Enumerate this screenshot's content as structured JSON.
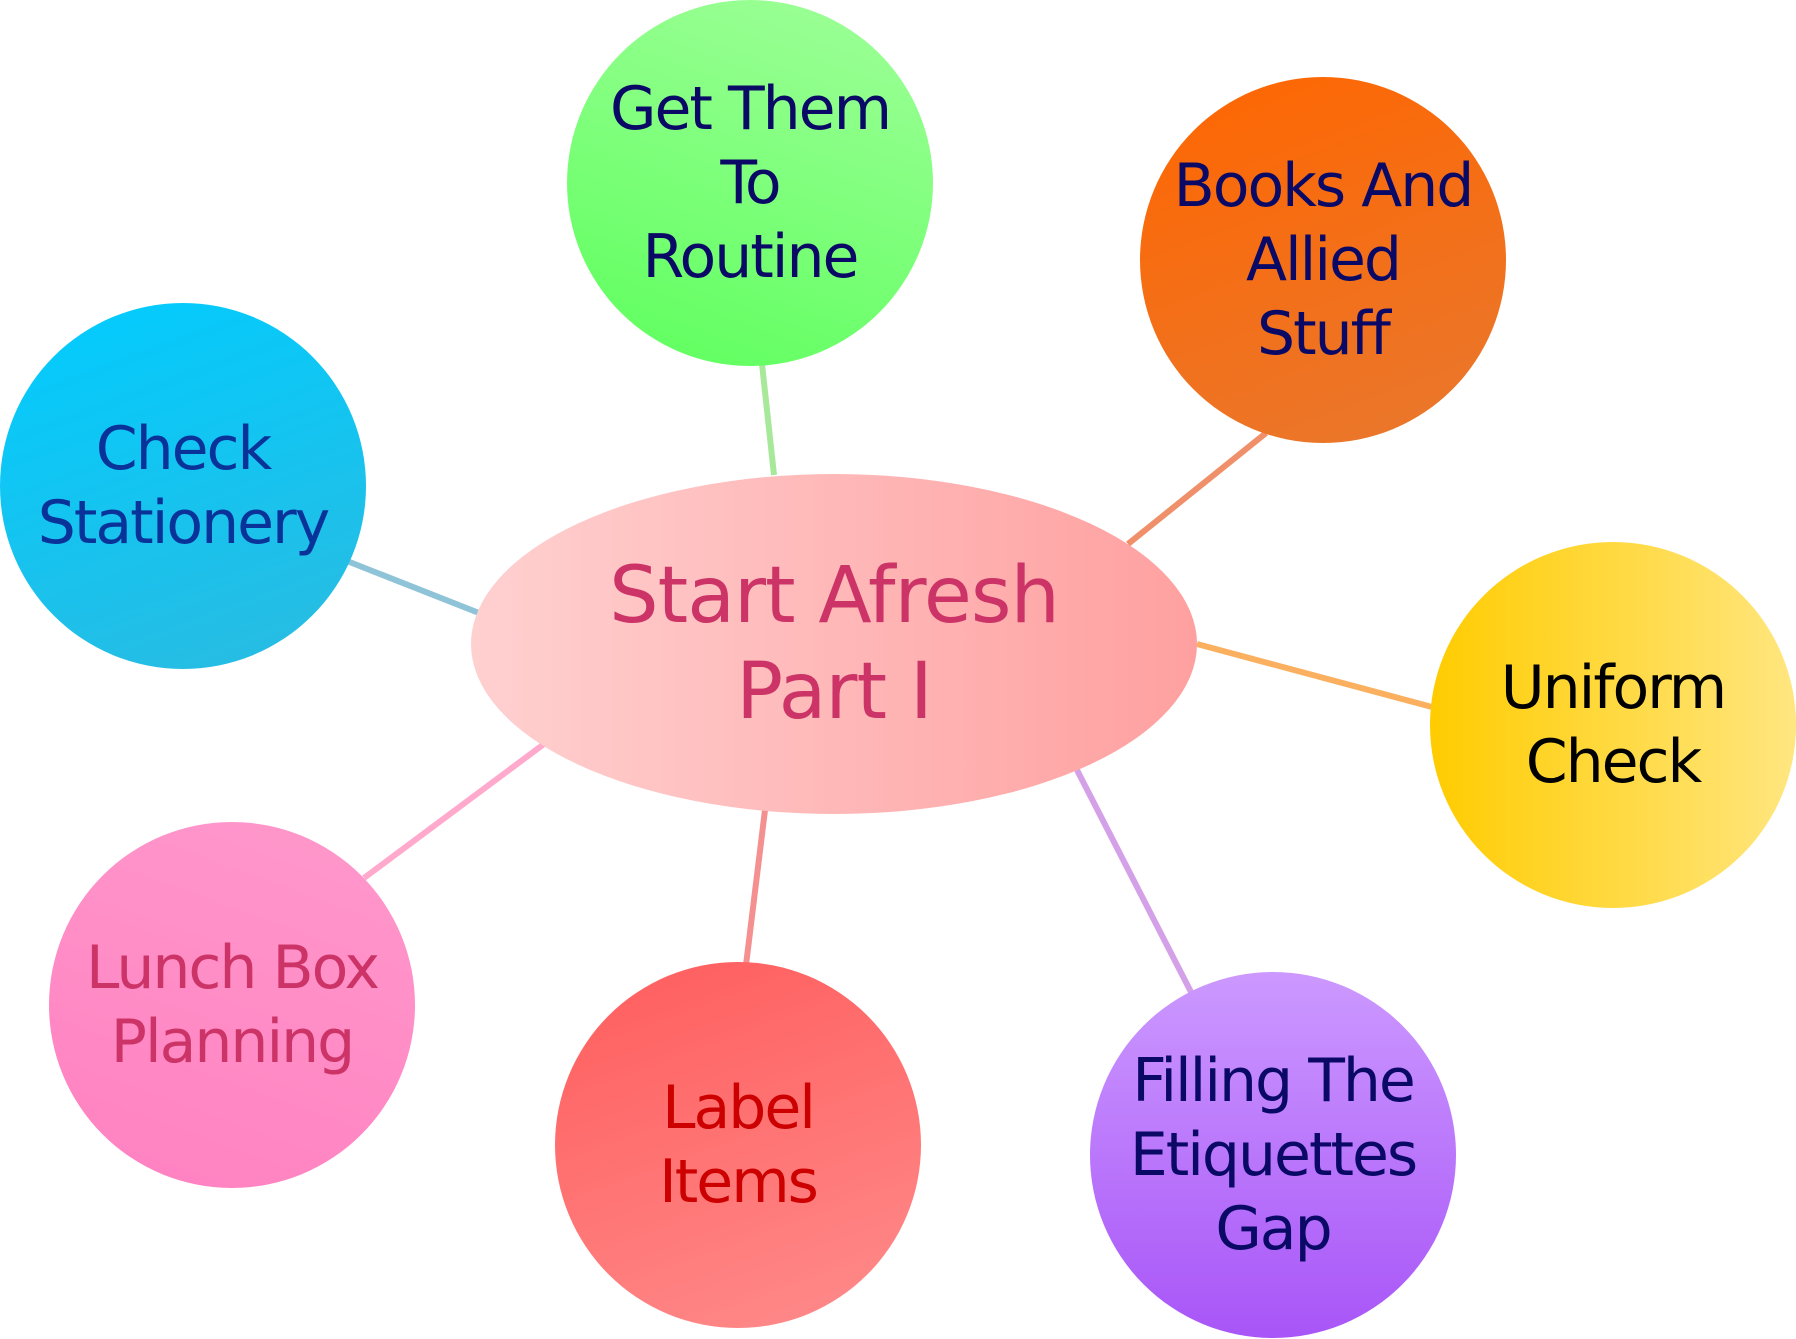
{
  "center": {
    "label": "Start Afresh\nPart I",
    "color": "#cc3366"
  },
  "nodes": [
    {
      "label": "Get Them\nTo\nRoutine",
      "text_color": "#0a0a66",
      "gradient": [
        "#9fff9a",
        "#5cff5c"
      ]
    },
    {
      "label": "Books And\nAllied\nStuff",
      "text_color": "#0a0a66",
      "gradient": [
        "#ff6600",
        "#e8782f"
      ]
    },
    {
      "label": "Check\nStationery",
      "text_color": "#0a3399",
      "gradient": [
        "#00ccff",
        "#2bbbe0"
      ]
    },
    {
      "label": "Uniform\nCheck",
      "text_color": "#000000",
      "gradient": [
        "#ffcc00",
        "#ffe680"
      ]
    },
    {
      "label": "Lunch Box\nPlanning",
      "text_color": "#cc3366",
      "gradient": [
        "#ff80c0",
        "#ff99cc"
      ]
    },
    {
      "label": "Label\nItems",
      "text_color": "#cc0000",
      "gradient": [
        "#ff5c5c",
        "#ff8c8c"
      ]
    },
    {
      "label": "Filling The\nEtiquettes\nGap",
      "text_color": "#0a0a66",
      "gradient": [
        "#cc99ff",
        "#a855f7"
      ]
    }
  ]
}
